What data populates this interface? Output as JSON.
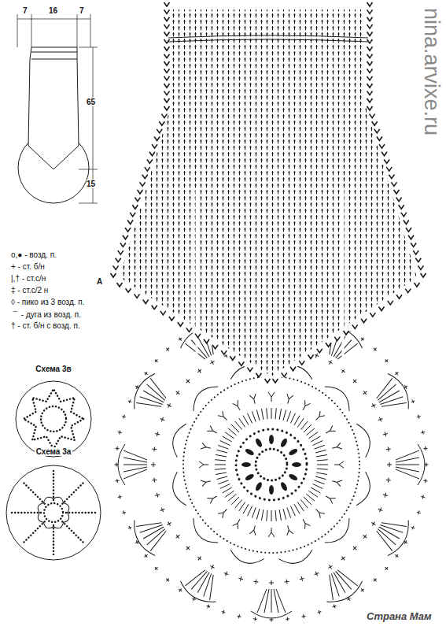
{
  "diagram": {
    "nodes": [
      {
        "text": [
          "Схема 3в"
        ]
      },
      {
        "text": [
          "Схема 3а"
        ]
      }
    ],
    "labels": [
      "7",
      "16",
      "7",
      "65",
      "15",
      "А",
      "nina.arvixe.ru",
      "Страна Мам"
    ],
    "legend": [
      {
        "text": "о,● - возд. п."
      },
      {
        "text": "+ - ст. б/н"
      },
      {
        "text": "|,† - ст.с/н"
      },
      {
        "text": "‡ - ст.с/2 н"
      },
      {
        "text": "◊ - пико из 3 возд. п."
      },
      {
        "text": "⌒ - дуга из возд. п."
      },
      {
        "text": "† - ст. б/н с возд. п."
      }
    ]
  }
}
